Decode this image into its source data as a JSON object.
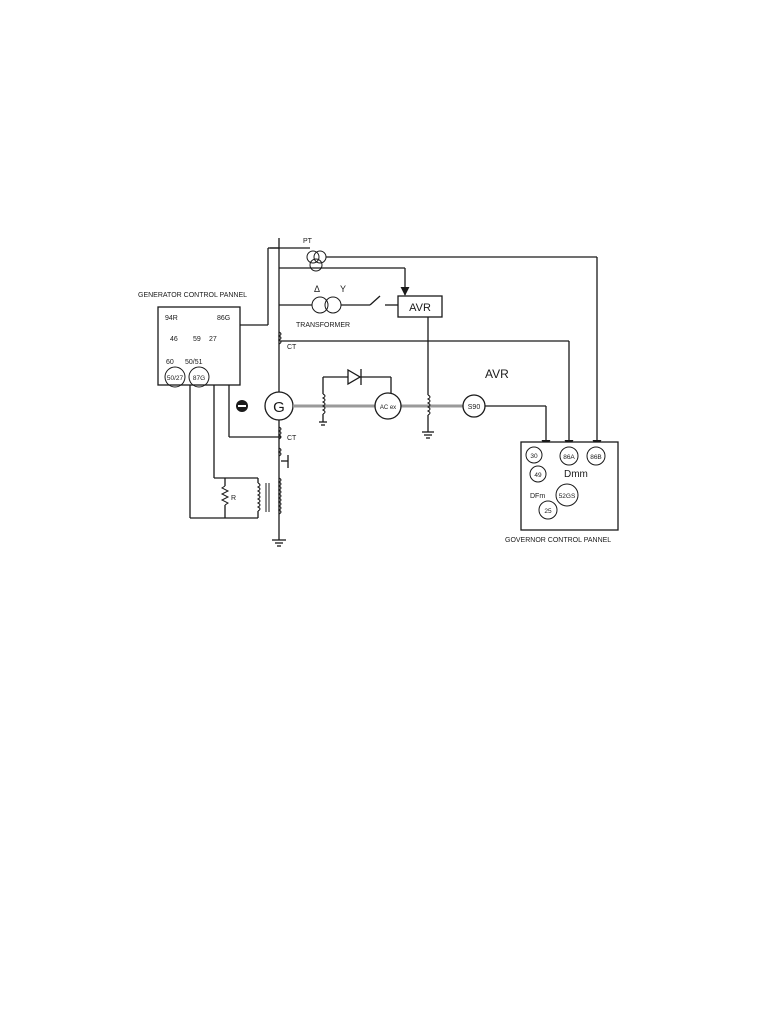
{
  "colors": {
    "line": "#1a1a1a",
    "shaft": "#9a9a9a",
    "background": "#ffffff"
  },
  "labels": {
    "pt": "PT",
    "delta": "Δ",
    "wye": "Y",
    "transformer": "TRANSFORMER",
    "avr_box": "AVR",
    "avr_label": "AVR",
    "ct_top": "CT",
    "ct_bottom": "CT",
    "generator": "G",
    "ac_exciter": "AC ex",
    "s90": "S90",
    "resistor": "R",
    "generator_panel_title": "GENERATOR CONTROL PANNEL",
    "governor_panel_title": "GOVERNOR CONTROL PANNEL"
  },
  "generator_panel": {
    "relays": [
      "94R",
      "86G",
      "46",
      "59",
      "27",
      "60",
      "50/51",
      "50/27",
      "87G"
    ]
  },
  "governor_panel": {
    "relays": [
      "30",
      "86A",
      "86B",
      "49",
      "Dmm",
      "DFm",
      "52GS",
      "25"
    ]
  }
}
